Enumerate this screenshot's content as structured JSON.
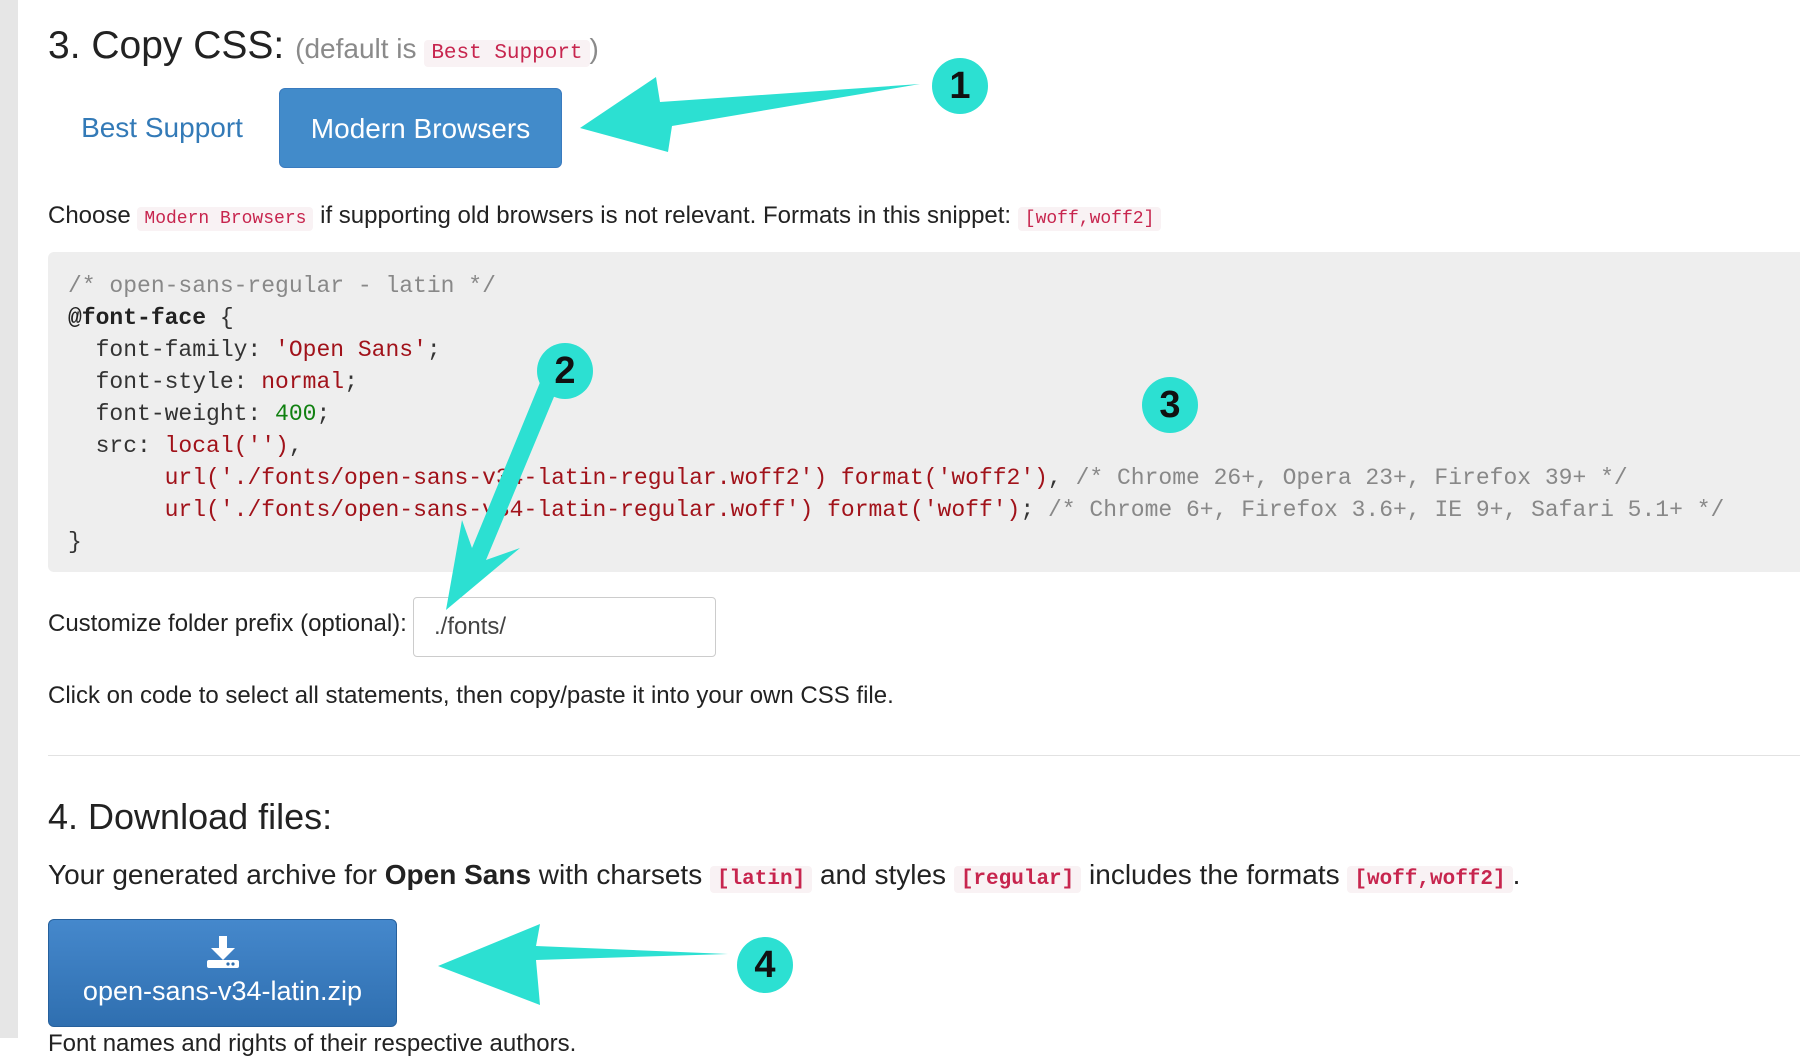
{
  "section3": {
    "title": "3. Copy CSS:",
    "default_prefix": "(default is",
    "default_value": "Best Support",
    "default_suffix": ")"
  },
  "tabs": [
    {
      "label": "Best Support",
      "active": false
    },
    {
      "label": "Modern Browsers",
      "active": true
    }
  ],
  "choose_line": {
    "prefix": "Choose",
    "option": "Modern Browsers",
    "middle": "if supporting old browsers is not relevant. Formats in this snippet:",
    "formats": "[woff,woff2]"
  },
  "code": {
    "comment": "/* open-sans-regular - latin */",
    "at_rule": "@font-face",
    "brace_open": " {",
    "family_prop": "  font-family: ",
    "family_val": "'Open Sans'",
    "style_prop": "  font-style: ",
    "style_val": "normal",
    "weight_prop": "  font-weight: ",
    "weight_val": "400",
    "src_prop": "  src: ",
    "src_local": "local('')",
    "url1": "url('./fonts/open-sans-v34-latin-regular.woff2') format('woff2')",
    "url1_comment": "/* Chrome 26+, Opera 23+, Firefox 39+ */",
    "url2": "url('./fonts/open-sans-v34-latin-regular.woff') format('woff')",
    "url2_comment": "/* Chrome 6+, Firefox 3.6+, IE 9+, Safari 5.1+ */",
    "brace_close": "}"
  },
  "prefix": {
    "label": "Customize folder prefix (optional):",
    "value": "./fonts/"
  },
  "copy_hint": "Click on code to select all statements, then copy/paste it into your own CSS file.",
  "section4": {
    "title": "4. Download files:",
    "text1": "Your generated archive for ",
    "font_name": "Open Sans",
    "text2": " with charsets ",
    "charsets": "[latin]",
    "text3": " and styles ",
    "styles": "[regular]",
    "text4": " includes the formats ",
    "formats": "[woff,woff2]",
    "text5": "."
  },
  "download_button": {
    "icon": "download-icon",
    "label": "open-sans-v34-latin.zip"
  },
  "cut_text": "Font names and rights of their respective authors.",
  "annotations": {
    "color": "#2ce0d2",
    "badges": [
      "1",
      "2",
      "3",
      "4"
    ]
  }
}
